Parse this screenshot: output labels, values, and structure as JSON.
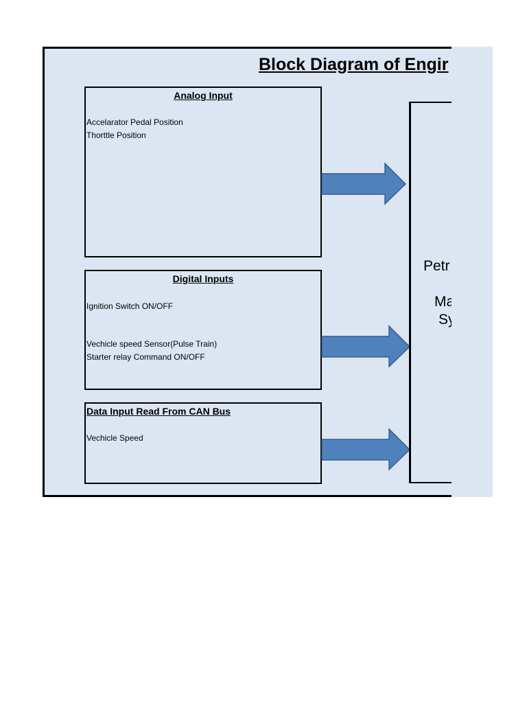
{
  "title": "Block Diagram of Engir",
  "analog_box": {
    "heading": "Analog Input",
    "lines": [
      "Accelarator Pedal Position",
      "Thorttle Position"
    ]
  },
  "digital_box": {
    "heading": "Digital Inputs",
    "lines": [
      "Ignition Switch ON/OFF",
      "Vechicle speed Sensor(Pulse Train)",
      "Starter relay Command ON/OFF"
    ]
  },
  "can_box": {
    "heading": "Data Input Read From CAN Bus",
    "lines": [
      "Vechicle Speed"
    ]
  },
  "ecu_box": {
    "lines": [
      "Petr",
      "Ma",
      "Sy"
    ]
  },
  "colors": {
    "background": "#dce6f2",
    "arrow_fill": "#4f81bd",
    "arrow_stroke": "#385d8a"
  }
}
